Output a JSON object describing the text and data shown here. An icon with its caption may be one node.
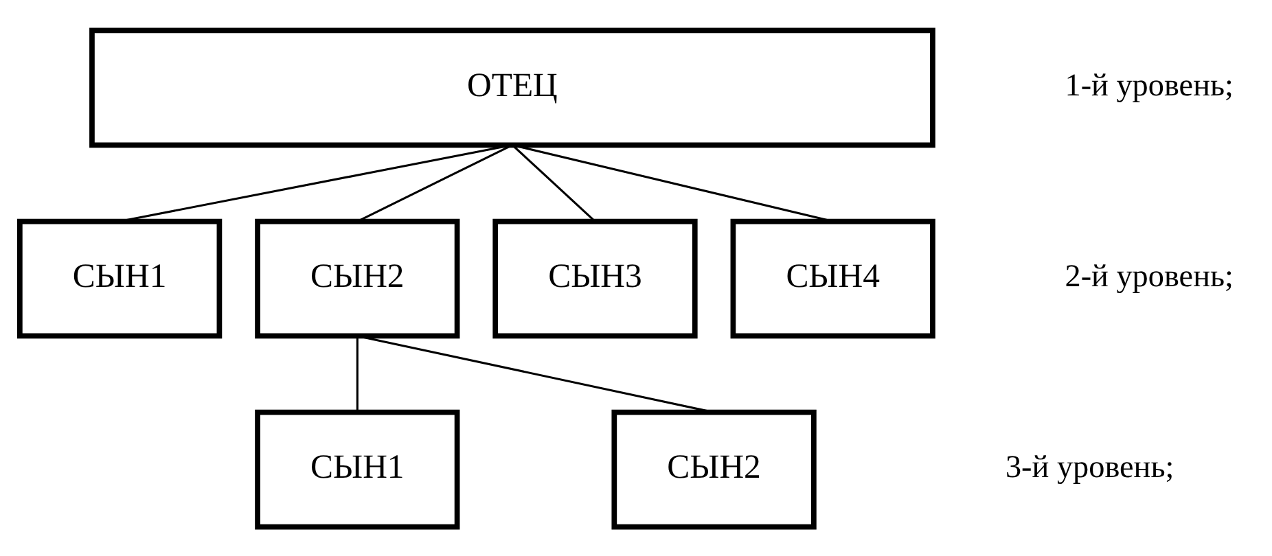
{
  "diagram": {
    "nodes": [
      {
        "text": [
          "ОТЕЦ"
        ]
      },
      {
        "text": [
          "СЫН1"
        ]
      },
      {
        "text": [
          "СЫН2"
        ]
      },
      {
        "text": [
          "СЫН3"
        ]
      },
      {
        "text": [
          "СЫН4"
        ]
      },
      {
        "text": [
          "СЫН1"
        ]
      },
      {
        "text": [
          "СЫН2"
        ]
      }
    ],
    "edges": [
      {
        "from": 0,
        "to": 1,
        "arrow": "none"
      },
      {
        "from": 0,
        "to": 2,
        "arrow": "none"
      },
      {
        "from": 0,
        "to": 3,
        "arrow": "none"
      },
      {
        "from": 0,
        "to": 4,
        "arrow": "none"
      },
      {
        "from": 2,
        "to": 5,
        "arrow": "none"
      },
      {
        "from": 2,
        "to": 6,
        "arrow": "none"
      }
    ],
    "labels": [
      "1-й уровень;",
      "2-й уровень;",
      "3-й уровень;"
    ]
  }
}
